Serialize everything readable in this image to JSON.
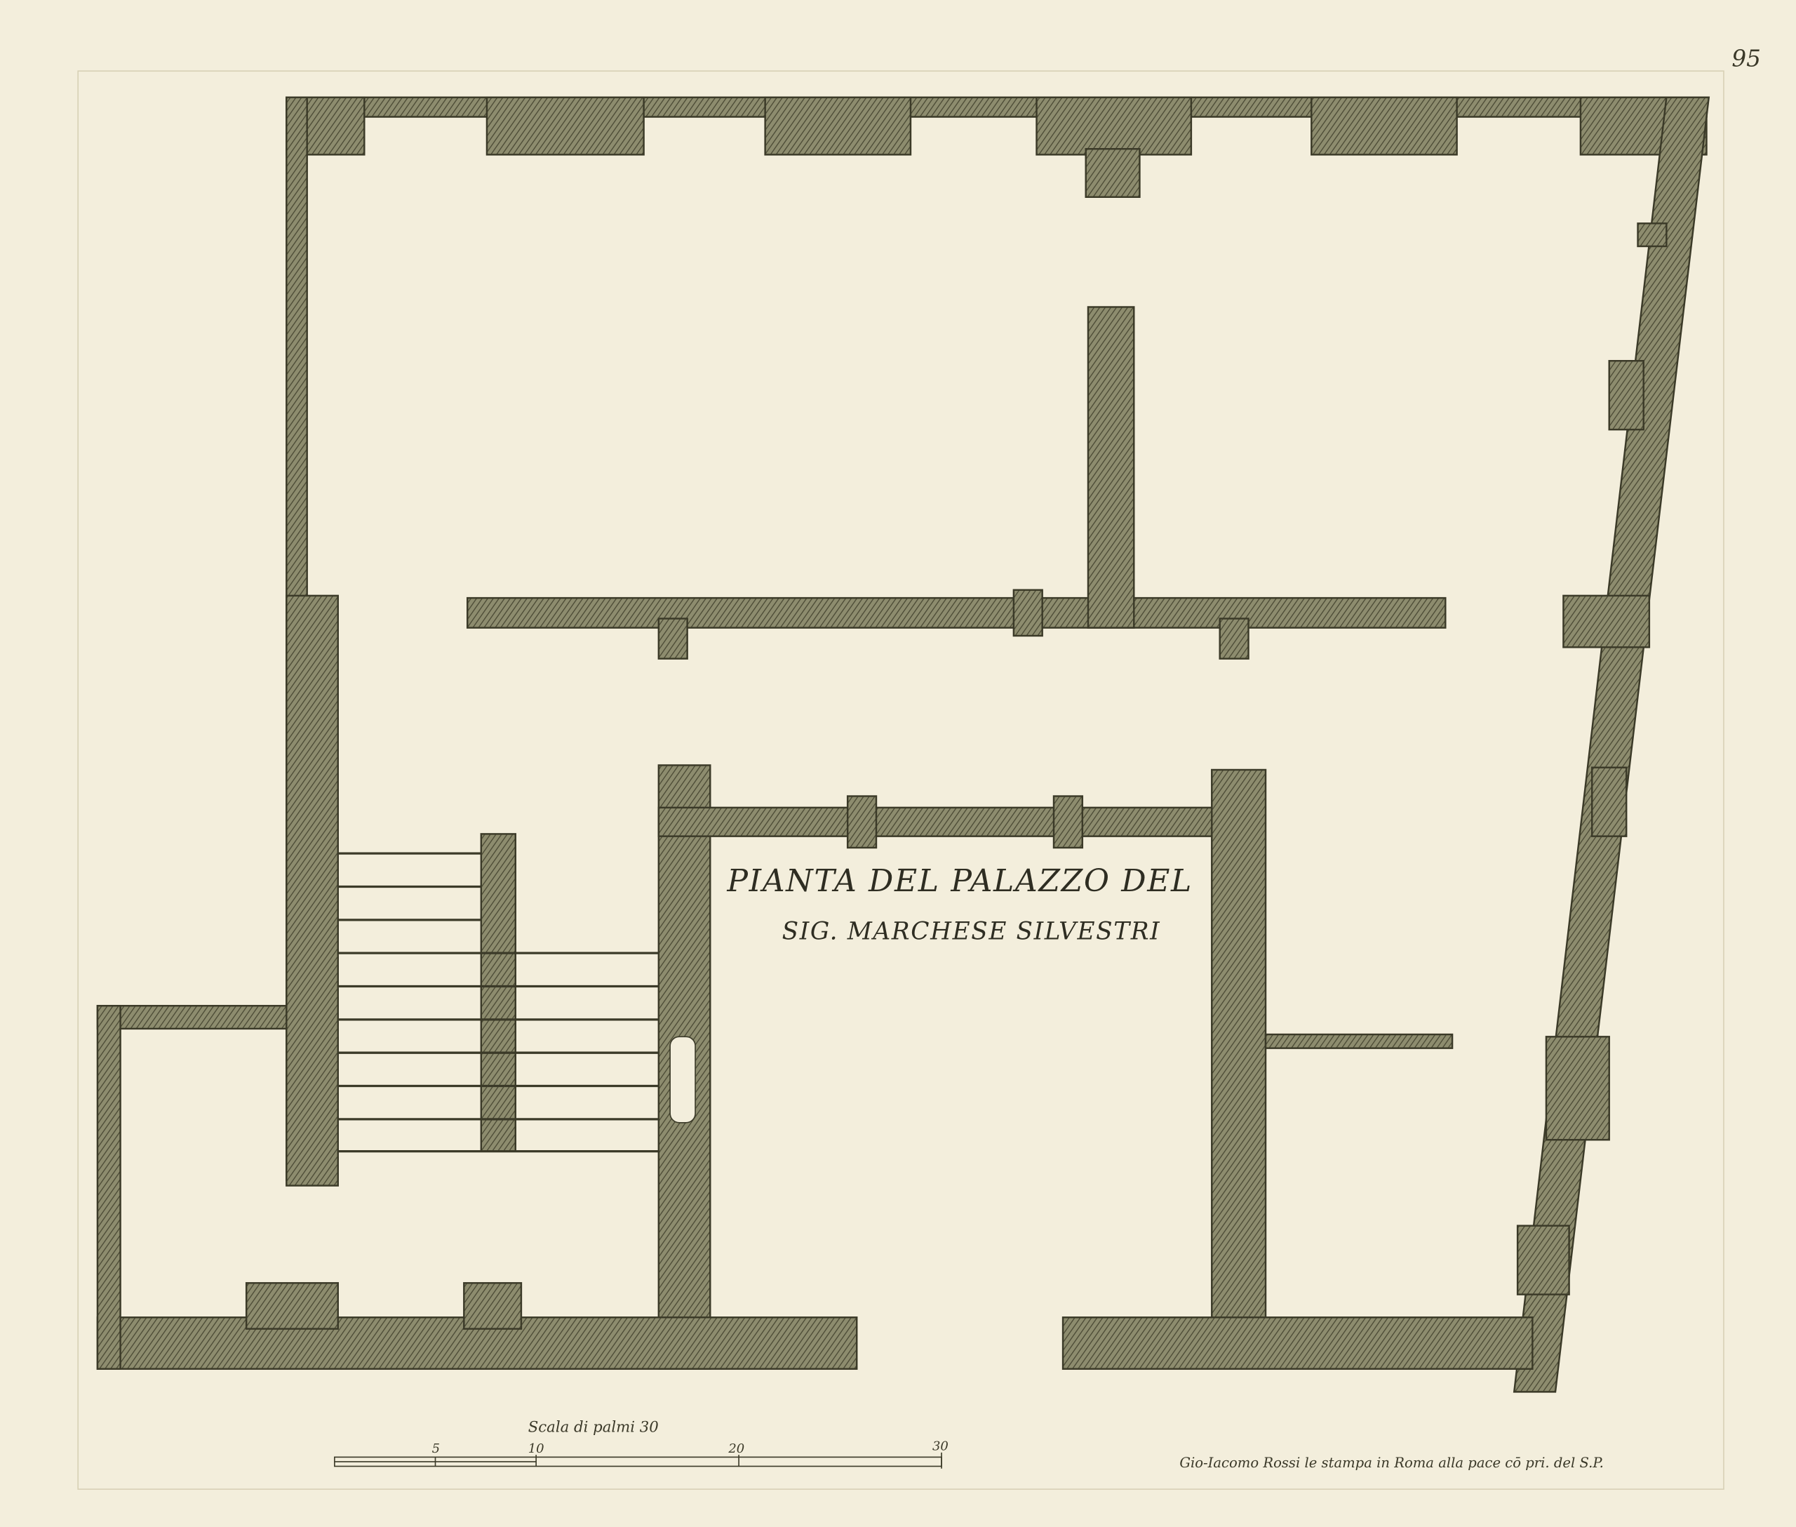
{
  "page_number": "95",
  "title": {
    "line1": "PIANTA DEL PALAZZO DEL",
    "line2": "SIG. MARCHESE SILVESTRI"
  },
  "scale": {
    "label": "Scala di palmi 30",
    "ticks": [
      "5",
      "10",
      "20",
      "30"
    ]
  },
  "imprint": "Gio-Iacomo Rossi le stampa in Roma alla pace cō pri. del S.P.",
  "colors": {
    "paper": "#f3eedc",
    "ink": "#3b3a28",
    "wall_fill": "#8a8a6a"
  }
}
